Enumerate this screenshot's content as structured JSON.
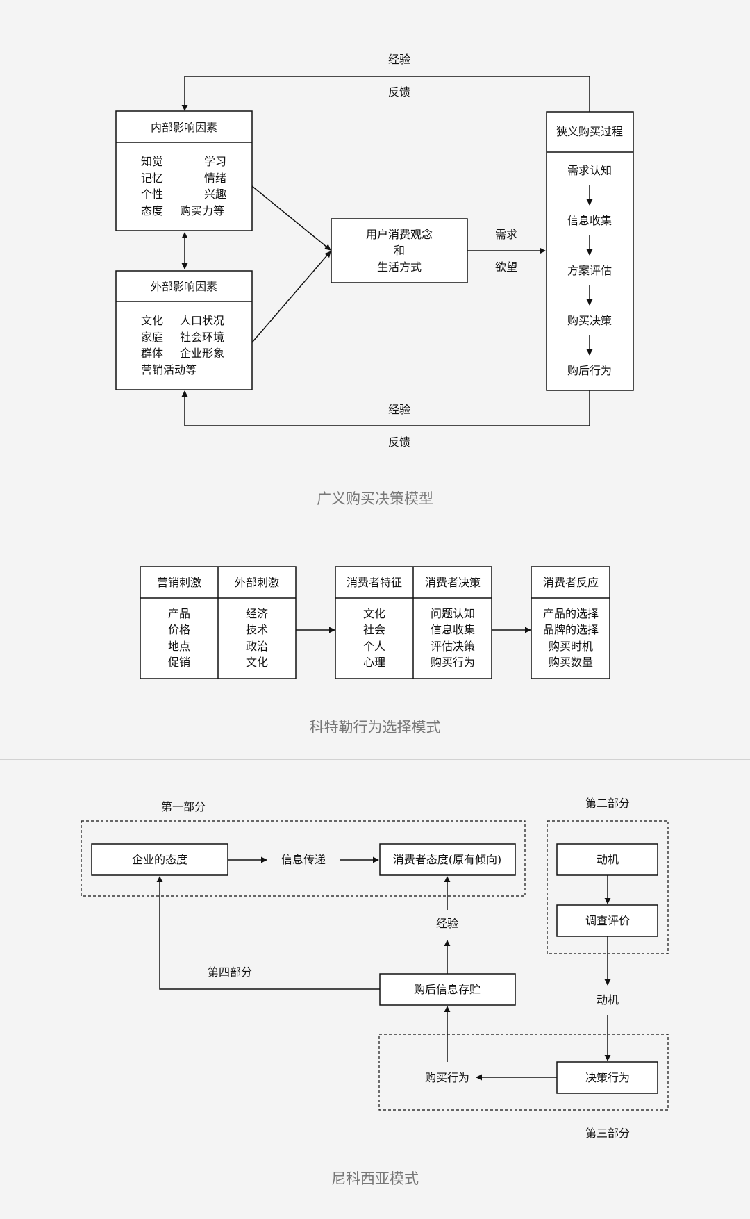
{
  "d1": {
    "top_exp": "经验",
    "top_fb": "反馈",
    "internal_title": "内部影响因素",
    "internal_left": [
      "知觉",
      "记忆",
      "个性",
      "态度"
    ],
    "internal_right": [
      "学习",
      "情绪",
      "兴趣",
      "购买力等"
    ],
    "external_title": "外部影响因素",
    "external_left": [
      "文化",
      "家庭",
      "群体"
    ],
    "external_right": [
      "人口状况",
      "社会环境",
      "企业形象"
    ],
    "external_last": "营销活动等",
    "center": [
      "用户消费观念",
      "和",
      "生活方式"
    ],
    "need": "需求",
    "desire": "欲望",
    "narrow_title": "狭义购买过程",
    "steps": [
      "需求认知",
      "信息收集",
      "方案评估",
      "购买决策",
      "购后行为"
    ],
    "bottom_exp": "经验",
    "bottom_fb": "反馈",
    "caption": "广义购买决策模型"
  },
  "d2": {
    "box1": {
      "h1": "营销刺激",
      "h2": "外部刺激",
      "c1": [
        "产品",
        "价格",
        "地点",
        "促销"
      ],
      "c2": [
        "经济",
        "技术",
        "政治",
        "文化"
      ]
    },
    "box2": {
      "h1": "消费者特征",
      "h2": "消费者决策",
      "c1": [
        "文化",
        "社会",
        "个人",
        "心理"
      ],
      "c2": [
        "问题认知",
        "信息收集",
        "评估决策",
        "购买行为"
      ]
    },
    "box3": {
      "h1": "消费者反应",
      "c1": [
        "产品的选择",
        "品牌的选择",
        "购买时机",
        "购买数量"
      ]
    },
    "caption": "科特勒行为选择模式"
  },
  "d3": {
    "part1": "第一部分",
    "part2": "第二部分",
    "part3": "第三部分",
    "part4": "第四部分",
    "enterprise": "企业的态度",
    "info_transfer": "信息传递",
    "consumer_attitude": "消费者态度(原有倾向)",
    "motive_box": "动机",
    "survey": "调查评价",
    "motive": "动机",
    "decision": "决策行为",
    "purchase": "购买行为",
    "storage": "购后信息存贮",
    "experience": "经验",
    "caption": "尼科西亚模式"
  }
}
